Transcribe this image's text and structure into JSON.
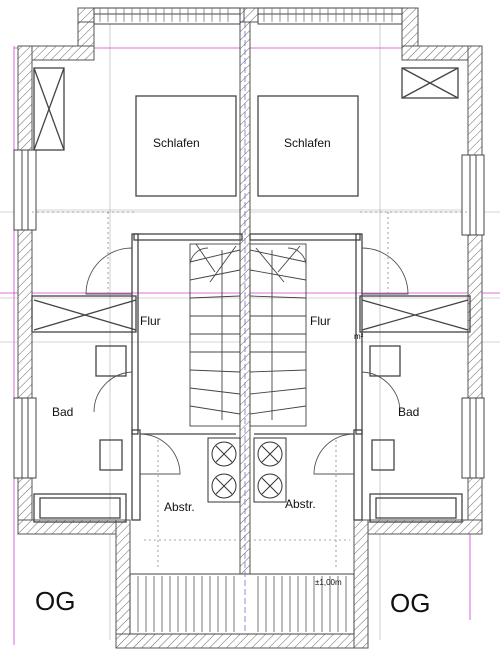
{
  "plan": {
    "rooms": {
      "schlafen_left": "Schlafen",
      "schlafen_right": "Schlafen",
      "flur_left": "Flur",
      "flur_right": "Flur",
      "bad_left": "Bad",
      "bad_right": "Bad",
      "abstr_left": "Abstr.",
      "abstr_right": "Abstr."
    },
    "floor_left": "OG",
    "floor_right": "OG",
    "dimension": "±1,00m",
    "mark": "m²"
  }
}
